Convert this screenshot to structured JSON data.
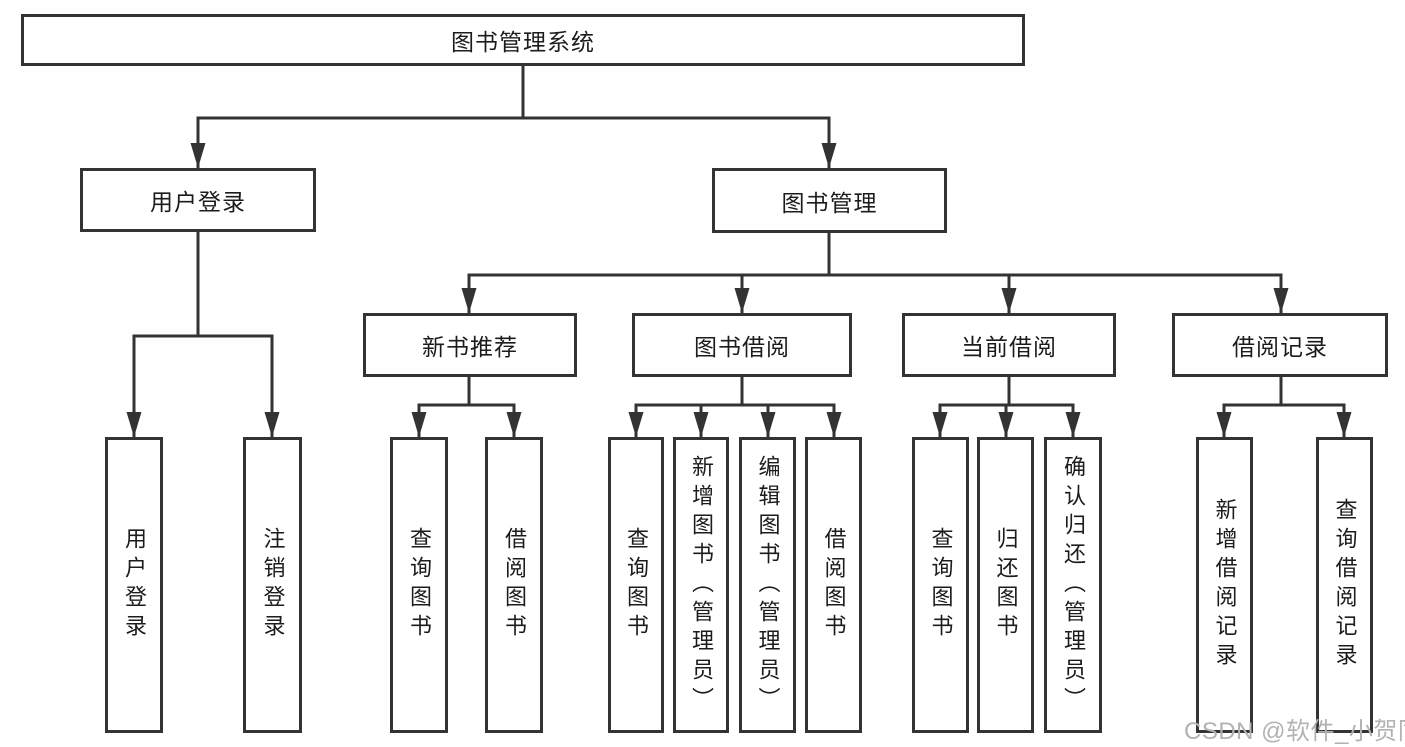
{
  "colors": {
    "line": "#333333",
    "text": "#1c1c1c",
    "box_background": "#ffffff",
    "watermark": "#b2b2b2",
    "page_background": "#ffffff"
  },
  "watermark": {
    "text": "CSDN @软件_小贺同学"
  },
  "tree": {
    "root": {
      "label": "图书管理系统",
      "children": [
        {
          "label": "用户登录",
          "children": [
            {
              "label": "用户登录"
            },
            {
              "label": "注销登录"
            }
          ]
        },
        {
          "label": "图书管理",
          "children": [
            {
              "label": "新书推荐",
              "children": [
                {
                  "label": "查询图书"
                },
                {
                  "label": "借阅图书"
                }
              ]
            },
            {
              "label": "图书借阅",
              "children": [
                {
                  "label": "查询图书"
                },
                {
                  "label": "新增图书（管理员）"
                },
                {
                  "label": "编辑图书（管理员）"
                },
                {
                  "label": "借阅图书"
                }
              ]
            },
            {
              "label": "当前借阅",
              "children": [
                {
                  "label": "查询图书"
                },
                {
                  "label": "归还图书"
                },
                {
                  "label": "确认归还（管理员）"
                }
              ]
            },
            {
              "label": "借阅记录",
              "children": [
                {
                  "label": "新增借阅记录"
                },
                {
                  "label": "查询借阅记录"
                }
              ]
            }
          ]
        }
      ]
    }
  }
}
